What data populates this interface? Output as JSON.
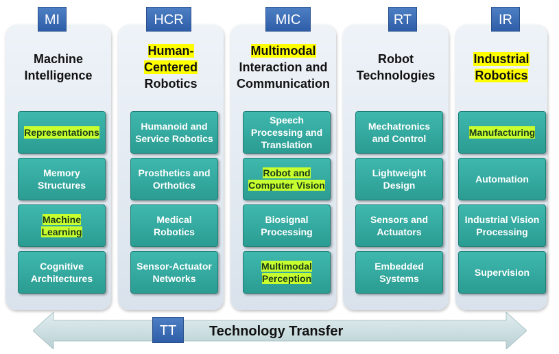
{
  "columns": [
    {
      "tag": "MI",
      "title_lines": [
        "Machine",
        "Intelligence"
      ],
      "items": [
        {
          "lines": [
            "Representations"
          ],
          "highlight": true
        },
        {
          "lines": [
            "Memory",
            "Structures"
          ],
          "highlight": false
        },
        {
          "lines": [
            "Machine",
            "Learning"
          ],
          "highlight": true
        },
        {
          "lines": [
            "Cognitive",
            "Architectures"
          ],
          "highlight": false
        }
      ]
    },
    {
      "tag": "HCR",
      "title_lines": [
        "Human-",
        "Centered",
        "Robotics"
      ],
      "items": [
        {
          "lines": [
            "Humanoid and",
            "Service Robotics"
          ],
          "highlight": false
        },
        {
          "lines": [
            "Prosthetics and",
            "Orthotics"
          ],
          "highlight": false
        },
        {
          "lines": [
            "Medical",
            "Robotics"
          ],
          "highlight": false
        },
        {
          "lines": [
            "Sensor-Actuator",
            "Networks"
          ],
          "highlight": false
        }
      ]
    },
    {
      "tag": "MIC",
      "title_lines": [
        "Multimodal",
        "Interaction and",
        "Communication"
      ],
      "items": [
        {
          "lines": [
            "Speech",
            "Processing and",
            "Translation"
          ],
          "highlight": false
        },
        {
          "lines": [
            "Robot and",
            "Computer Vision"
          ],
          "highlight": true
        },
        {
          "lines": [
            "Biosignal",
            "Processing"
          ],
          "highlight": false
        },
        {
          "lines": [
            "Multimodal",
            "Perception"
          ],
          "highlight": true
        }
      ]
    },
    {
      "tag": "RT",
      "title_lines": [
        "Robot",
        "Technologies"
      ],
      "items": [
        {
          "lines": [
            "Mechatronics",
            "and Control"
          ],
          "highlight": false
        },
        {
          "lines": [
            "Lightweight",
            "Design"
          ],
          "highlight": false
        },
        {
          "lines": [
            "Sensors and",
            "Actuators"
          ],
          "highlight": false
        },
        {
          "lines": [
            "Embedded",
            "Systems"
          ],
          "highlight": false
        }
      ]
    },
    {
      "tag": "IR",
      "title_lines": [
        "Industrial",
        "Robotics"
      ],
      "items": [
        {
          "lines": [
            "Manufacturing"
          ],
          "highlight": true
        },
        {
          "lines": [
            "Automation"
          ],
          "highlight": false
        },
        {
          "lines": [
            "Industrial Vision",
            "Processing"
          ],
          "highlight": false
        },
        {
          "lines": [
            "Supervision"
          ],
          "highlight": false
        }
      ]
    }
  ],
  "footer": {
    "tag": "TT",
    "label": "Technology Transfer"
  },
  "colors": {
    "tag_blue": "#2f5ea8",
    "box_teal": "#2b9c92",
    "title_highlight": "#ffff00",
    "item_highlight": "#c8ff2e",
    "arrow": "#cfe0e2"
  }
}
